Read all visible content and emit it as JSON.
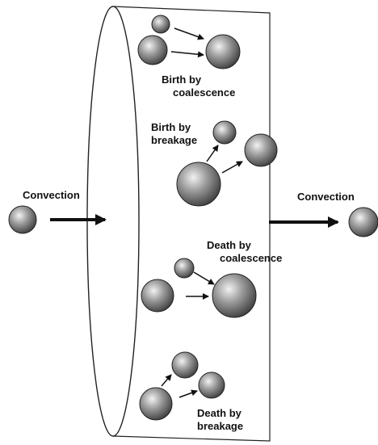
{
  "labels": {
    "convection_in": "Convection",
    "convection_out": "Convection",
    "birth_coalescence": [
      "Birth by",
      "coalescence"
    ],
    "birth_breakage": [
      "Birth by",
      "breakage"
    ],
    "death_coalescence": [
      "Death by",
      "coalescence"
    ],
    "death_breakage": [
      "Death by",
      "breakage"
    ]
  },
  "colors": {
    "drop_light": "#f2f2f2",
    "drop_mid": "#9a9a9a",
    "drop_dark": "#3c3c3c",
    "outline": "#222222",
    "arrow": "#111111"
  }
}
